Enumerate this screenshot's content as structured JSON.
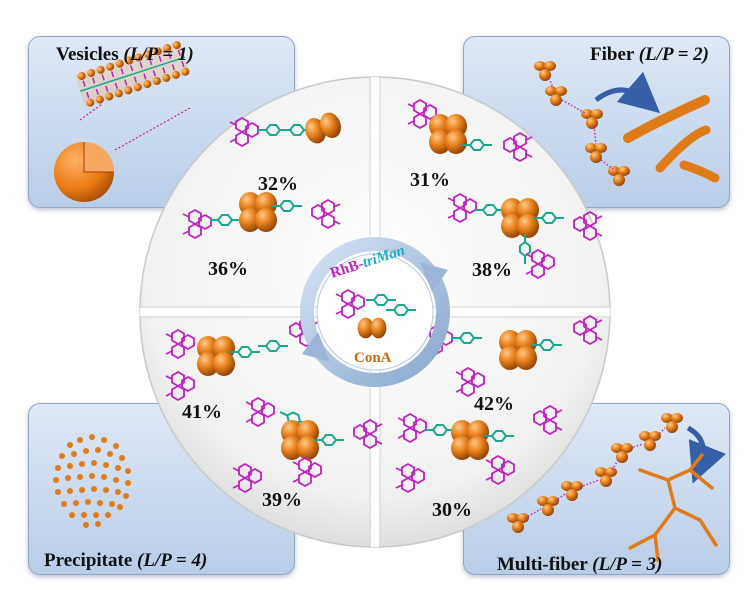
{
  "corners": {
    "vesicles": {
      "name": "Vesicles",
      "ratio": "(L/P = 1)"
    },
    "fiber": {
      "name": "Fiber",
      "ratio": "(L/P = 2)"
    },
    "precipitate": {
      "name": "Precipitate",
      "ratio": "(L/P = 4)"
    },
    "multifiber": {
      "name": "Multi-fiber",
      "ratio": "(L/P = 3)"
    }
  },
  "quadrants": {
    "top_left": {
      "upper": "32%",
      "lower": "36%"
    },
    "top_right": {
      "upper": "31%",
      "lower": "38%"
    },
    "bottom_left": {
      "upper": "41%",
      "lower": "39%"
    },
    "bottom_right": {
      "upper": "42%",
      "lower": "30%"
    }
  },
  "center": {
    "ligand_prefix": "RhB-",
    "ligand_suffix": "triMan",
    "protein": "ConA"
  },
  "colors": {
    "protein": "#e07b1a",
    "rhodamine": "#c020c0",
    "linker": "#18a890",
    "panel": "#c8d8ec",
    "arrow": "#3560a8"
  }
}
